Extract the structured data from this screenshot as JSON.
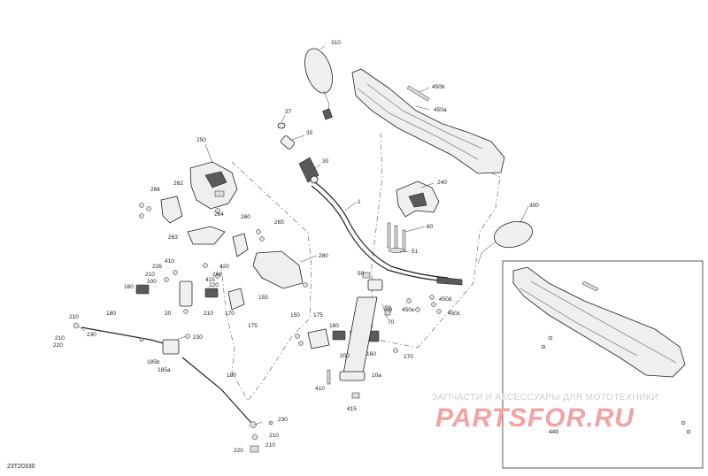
{
  "figure_code": "23T20330",
  "watermark": {
    "text_ru": "ЗАПЧАСТИ И АКСЕССУАРЫ ДЛЯ МОТОТЕХНИКИ",
    "logo": "PARTSFOR.RU",
    "logo_color": "#f2a3a3"
  },
  "inset_label": "449",
  "callouts": [
    {
      "id": "c310",
      "text": "310"
    },
    {
      "id": "c450b",
      "text": "450b"
    },
    {
      "id": "c450a",
      "text": "450a"
    },
    {
      "id": "c37",
      "text": "37"
    },
    {
      "id": "c35",
      "text": "35"
    },
    {
      "id": "c30",
      "text": "30"
    },
    {
      "id": "c250",
      "text": "250"
    },
    {
      "id": "c262",
      "text": "262"
    },
    {
      "id": "c266a",
      "text": "266"
    },
    {
      "id": "c264",
      "text": "264"
    },
    {
      "id": "c263",
      "text": "263"
    },
    {
      "id": "c260",
      "text": "260"
    },
    {
      "id": "c265",
      "text": "265"
    },
    {
      "id": "c1",
      "text": "1"
    },
    {
      "id": "c240",
      "text": "240"
    },
    {
      "id": "c300",
      "text": "300"
    },
    {
      "id": "c80",
      "text": "80"
    },
    {
      "id": "c51",
      "text": "51"
    },
    {
      "id": "c280",
      "text": "280"
    },
    {
      "id": "c410a",
      "text": "410"
    },
    {
      "id": "c226",
      "text": "226"
    },
    {
      "id": "c420",
      "text": "420"
    },
    {
      "id": "c210a",
      "text": "210"
    },
    {
      "id": "c200",
      "text": "200"
    },
    {
      "id": "c415",
      "text": "415"
    },
    {
      "id": "c220a",
      "text": "220"
    },
    {
      "id": "c160a",
      "text": "160"
    },
    {
      "id": "c266b",
      "text": "266"
    },
    {
      "id": "c155",
      "text": "155"
    },
    {
      "id": "c20",
      "text": "20"
    },
    {
      "id": "c210b",
      "text": "210"
    },
    {
      "id": "c170a",
      "text": "170"
    },
    {
      "id": "c175a",
      "text": "175"
    },
    {
      "id": "c50",
      "text": "50"
    },
    {
      "id": "c450d",
      "text": "450d"
    },
    {
      "id": "c450e",
      "text": "450e"
    },
    {
      "id": "c450c",
      "text": "450c"
    },
    {
      "id": "c60",
      "text": "60"
    },
    {
      "id": "c70",
      "text": "70"
    },
    {
      "id": "c150",
      "text": "150"
    },
    {
      "id": "c175b",
      "text": "175"
    },
    {
      "id": "c180a",
      "text": "180"
    },
    {
      "id": "c210c",
      "text": "210"
    },
    {
      "id": "c230a",
      "text": "230"
    },
    {
      "id": "c210d",
      "text": "210"
    },
    {
      "id": "c220b",
      "text": "220"
    },
    {
      "id": "c230b",
      "text": "230"
    },
    {
      "id": "c185b",
      "text": "185b"
    },
    {
      "id": "c185a",
      "text": "185a"
    },
    {
      "id": "c180b",
      "text": "180"
    },
    {
      "id": "c180c",
      "text": "180"
    },
    {
      "id": "c200b",
      "text": "200"
    },
    {
      "id": "c160b",
      "text": "160"
    },
    {
      "id": "c170b",
      "text": "170"
    },
    {
      "id": "c410b",
      "text": "410"
    },
    {
      "id": "c10a",
      "text": "10a"
    },
    {
      "id": "c415b",
      "text": "415"
    },
    {
      "id": "c230c",
      "text": "230"
    },
    {
      "id": "c210e",
      "text": "210"
    },
    {
      "id": "c210f",
      "text": "210"
    },
    {
      "id": "c220c",
      "text": "220"
    }
  ]
}
